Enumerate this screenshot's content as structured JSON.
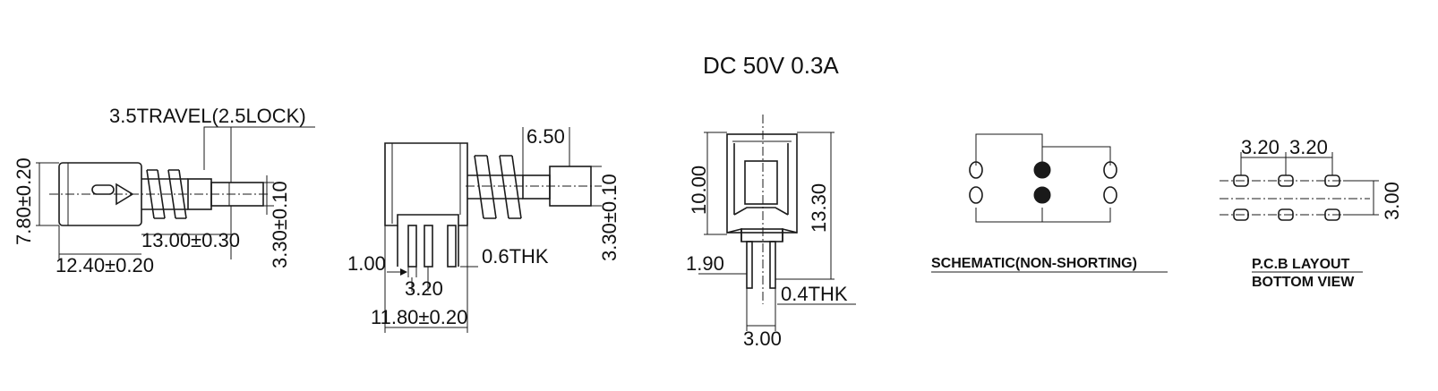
{
  "title": "DC  50V  0.3A",
  "side_view": {
    "travel": "3.5TRAVEL(2.5LOCK)",
    "height": "7.80±0.20",
    "plunger_dia": "3.30±0.10",
    "len_a": "13.00±0.30",
    "len_b": "12.40±0.20"
  },
  "front_view": {
    "plunger_len": "6.50",
    "plunger_dia": "3.30±0.10",
    "pin_w": "1.00",
    "pin_thk": "0.6THK",
    "pitch": "3.20",
    "width": "11.80±0.20"
  },
  "end_view": {
    "h1": "10.00",
    "h2": "13.30",
    "pin_h": "1.90",
    "pin_thk": "0.4THK",
    "pin_w": "3.00"
  },
  "schematic": {
    "caption": "SCHEMATIC(NON-SHORTING)"
  },
  "pcb": {
    "pitch_a": "3.20",
    "pitch_b": "3.20",
    "row_pitch": "3.00",
    "caption1": "P.C.B LAYOUT",
    "caption2": "BOTTOM VIEW"
  }
}
